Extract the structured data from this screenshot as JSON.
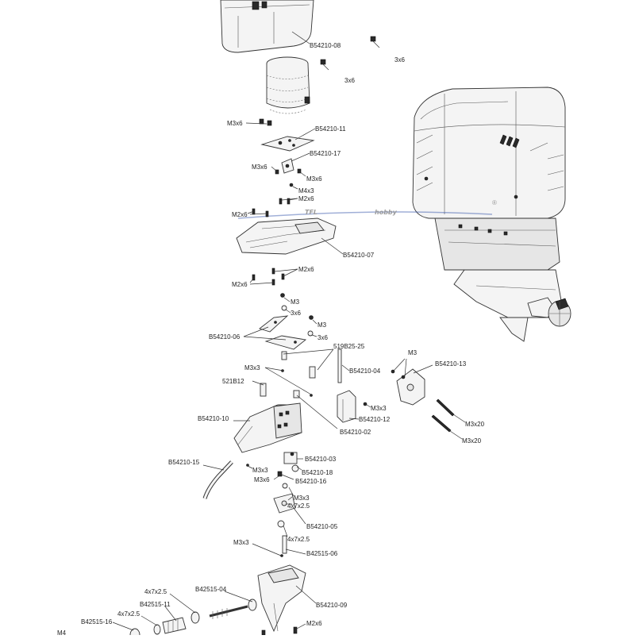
{
  "watermark": {
    "brand": "TFL",
    "suffix": "hobby",
    "mark": "®",
    "color": "#2e4fa8"
  },
  "labels": {
    "p1": "B54210-08",
    "p2": "3x6",
    "p3": "3x6",
    "p4": "M3x6",
    "p5": "B54210-11",
    "p6": "B54210-17",
    "p7": "M3x6",
    "p8": "M3x6",
    "p9": "M4x3",
    "p10": "M2x6",
    "p11": "M2x6",
    "p12": "B54210-07",
    "p13": "M2x6",
    "p14": "M2x6",
    "p15": "M3",
    "p16": "3x6",
    "p17": "M3",
    "p18": "B54210-06",
    "p19": "3x6",
    "p20": "519B25-25",
    "p21": "M3x3",
    "p22": "B54210-04",
    "p23": "M3",
    "p24": "B54210-13",
    "p25": "521B12",
    "p26": "M3x3",
    "p27": "B54210-12",
    "p28": "M3x20",
    "p29": "B54210-10",
    "p30": "B54210-02",
    "p31": "M3x20",
    "p32": "B54210-15",
    "p33": "B54210-03",
    "p34": "M3x3",
    "p35": "B54210-18",
    "p36": "M3x6",
    "p37": "B54210-16",
    "p38": "M3x3",
    "p39": "4x7x2.5",
    "p40": "B54210-05",
    "p41": "M3x3",
    "p42": "4x7x2.5",
    "p43": "B42515-06",
    "p44": "4x7x2.5",
    "p45": "B42515-04",
    "p46": "B54210-09",
    "p47": "B42515-11",
    "p48": "4x7x2.5",
    "p49": "B42515-16",
    "p50": "M2x6",
    "p51": "M4"
  }
}
